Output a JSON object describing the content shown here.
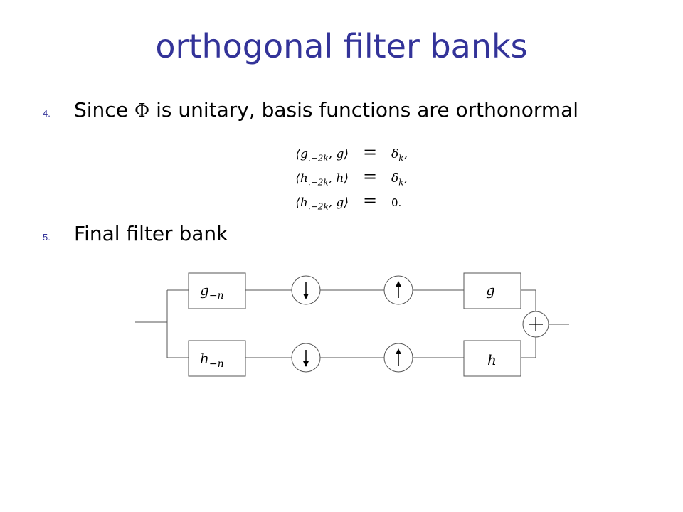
{
  "slide": {
    "title": "orthogonal filter banks"
  },
  "items": [
    {
      "number": "4.",
      "text_before": "Since",
      "symbol": "Φ",
      "text_after": "is unitary, basis functions are orthonormal"
    },
    {
      "number": "5.",
      "text": "Final filter bank"
    }
  ],
  "equations": [
    {
      "lhs_open": "⟨g",
      "lhs_sub": ".−2k",
      "lhs_close": ", g⟩",
      "op": "=",
      "rhs": "δ",
      "rhs_sub": "k",
      "rhs_tail": ","
    },
    {
      "lhs_open": "⟨h",
      "lhs_sub": ".−2k",
      "lhs_close": ", h⟩",
      "op": "=",
      "rhs": "δ",
      "rhs_sub": "k",
      "rhs_tail": ","
    },
    {
      "lhs_open": "⟨h",
      "lhs_sub": ".−2k",
      "lhs_close": ", g⟩",
      "op": "=",
      "rhs": "0.",
      "rhs_sub": "",
      "rhs_tail": ""
    }
  ],
  "diagram": {
    "top_analysis": {
      "base": "g",
      "sub": "−n"
    },
    "bottom_analysis": {
      "base": "h",
      "sub": "−n"
    },
    "top_synthesis": "g",
    "bottom_synthesis": "h",
    "downsample_icon": "down-arrow-icon",
    "upsample_icon": "up-arrow-icon",
    "sum_icon": "plus-icon"
  }
}
